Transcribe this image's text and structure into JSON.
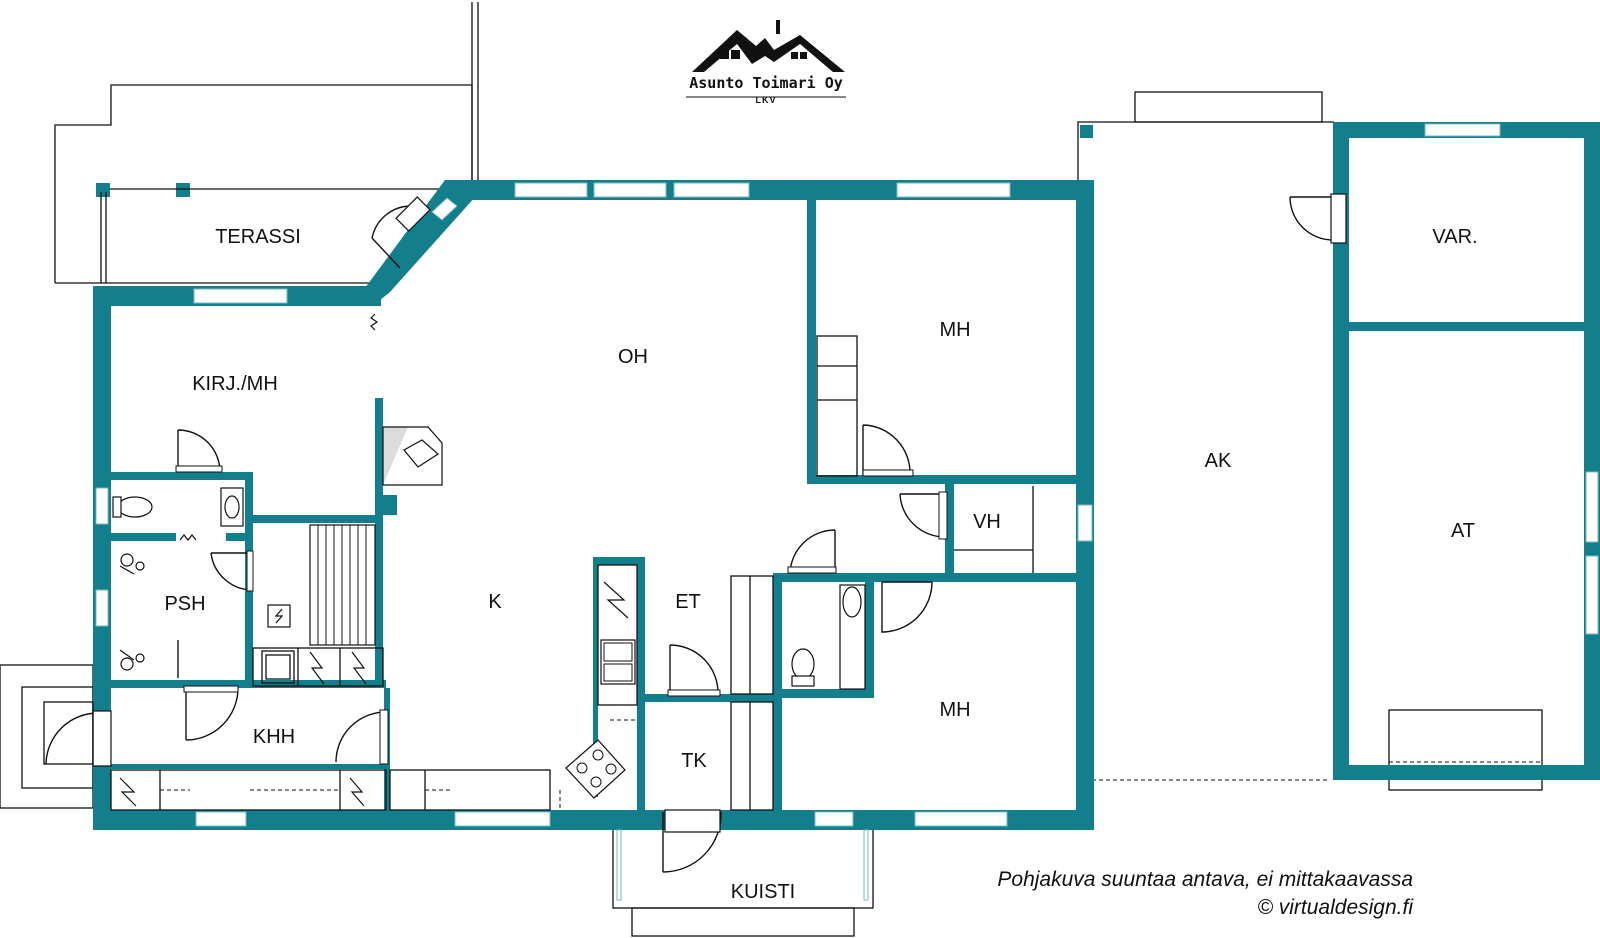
{
  "logo": {
    "company": "Asunto Toimari Oy",
    "sub": "LKV"
  },
  "rooms": {
    "terassi": "TERASSI",
    "oh": "OH",
    "kirj_mh": "KIRJ./MH",
    "mh_upper": "MH",
    "vh": "VH",
    "psh": "PSH",
    "k": "K",
    "et": "ET",
    "khh": "KHH",
    "tk": "TK",
    "mh_lower": "MH",
    "kuisti": "KUISTI",
    "ak": "AK",
    "var": "VAR.",
    "at": "AT"
  },
  "notes": {
    "disclaimer": "Pohjakuva suuntaa antava, ei mittakaavassa",
    "copyright": "© virtualdesign.fi"
  },
  "colors": {
    "wall": "#137f8c",
    "window_frame": "#7ab8c0",
    "line": "#111111"
  }
}
